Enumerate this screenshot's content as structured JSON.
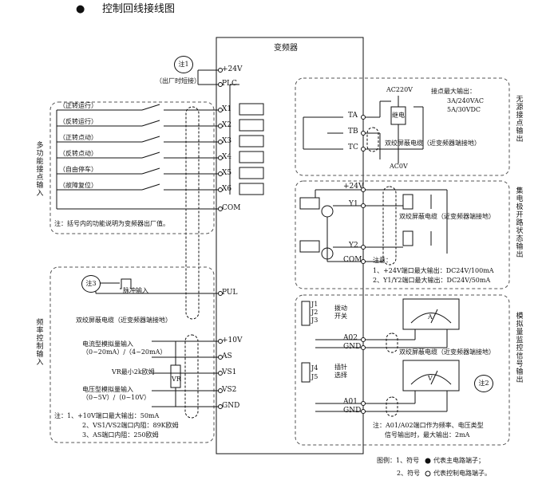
{
  "header": {
    "bullet": "●",
    "title": "控制回线接线图"
  },
  "inverter": {
    "title": "变频器",
    "terminals_left": [
      "+24V",
      "PLC",
      "X1",
      "X2",
      "X3",
      "X4",
      "X5",
      "X6",
      "COM",
      "PUL",
      "+10V",
      "AS",
      "VS1",
      "VS2",
      "GND"
    ],
    "terminals_right": [
      "TA",
      "TB",
      "TC",
      "+24V",
      "Y1",
      "Y2",
      "COM",
      "A02",
      "GND",
      "A01",
      "GND"
    ]
  },
  "notes": {
    "note1_circle": "注1",
    "factory_short": "（出厂时短接）",
    "note3_circle": "注3",
    "note2_circle": "注2"
  },
  "multi_function": {
    "side_label": "多功能接点输入",
    "inputs": [
      "（正转运行）",
      "（反转运行）",
      "（正转点动）",
      "（反转点动）",
      "（自由停车）",
      "（故障复位）"
    ],
    "note": "注：括号内的功能说明为变频器出厂值。"
  },
  "freq_control": {
    "side_label": "频率控制输入",
    "pulse_input": "脉冲输入",
    "shield": "双绞屏蔽电缆（近变频器端接地）",
    "current_input_1": "电流型模拟量输入",
    "current_input_2": "（0~20mA）/（4~20mA）",
    "vr_label": "VR最小2k欧姆",
    "vr": "VR",
    "voltage_input_1": "电压型模拟量输入",
    "voltage_input_2": "（0~5V）/（0~10V）",
    "notes": [
      "注：1、+10V端口最大输出：50mA",
      "2、VS1/VS2端口内阻：89K欧姆",
      "3、AS端口内阻：250欧姆"
    ]
  },
  "relay_output": {
    "side_label": "无源接点输出",
    "ac220v": "AC220V",
    "relay": "继电",
    "spec_title": "接点最大输出：",
    "spec1": "3A/240VAC",
    "spec2": "5A/30VDC",
    "shield": "双绞屏蔽电缆（近变频器端接地）",
    "ac0v": "AC0V"
  },
  "oc_output": {
    "side_label": "集电极开路状态输出",
    "shield": "双绞屏蔽电缆（近变频器端接地）",
    "notes_title": "注意：",
    "note1": "1、+24V端口最大输出：DC24V/100mA",
    "note2": "2、Y1/Y2端口最大输出：DC24V/50mA"
  },
  "analog_output": {
    "side_label": "模拟量监控信号输出",
    "jumpers": [
      "J1",
      "J2",
      "J3"
    ],
    "dial_switch": "拨动开关",
    "jumpers2": [
      "J4",
      "J5"
    ],
    "pin_select": "插针选择",
    "shield": "双绞屏蔽电缆（近变频器端接地）",
    "meter_a_label": "A",
    "meter_v_label": "V",
    "note_1": "注：A01/A02端口作为频率、电压类型",
    "note_2": "信号输出时，最大输出：2mA"
  },
  "legend": {
    "title": "图例：1、符号",
    "main_desc": "代表主电路端子；",
    "num2": "2、符号",
    "control_desc": "代表控制电路端子。"
  }
}
